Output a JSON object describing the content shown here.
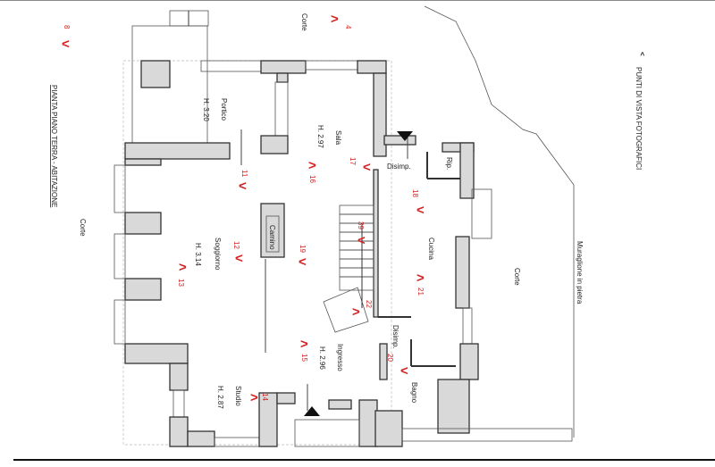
{
  "title": "PIANTA PIANO TERRA - ABITAZIONE",
  "legend": {
    "marker": "<",
    "label": "PUNTI DI VISTA FOTOGRAFICI"
  },
  "outside": {
    "corte_top": "Corte",
    "corte_left": "Corte",
    "corte_right": "Corte",
    "wall": "Muraglione in pietra"
  },
  "rooms": {
    "portico": {
      "name": "Portico",
      "height": "H. 3.20"
    },
    "sala": {
      "name": "Sala",
      "height": "H. 2.97"
    },
    "disimp_top": {
      "name": "Disimp."
    },
    "rip": {
      "name": "Rip."
    },
    "cucina": {
      "name": "Cucina"
    },
    "soggiorno": {
      "name": "Soggiorno",
      "height": "H. 3.14"
    },
    "camino": {
      "name": "Camino"
    },
    "ingresso": {
      "name": "Ingresso",
      "height": "H. 2.96"
    },
    "disimp_bottom": {
      "name": "Disimp."
    },
    "bagno": {
      "name": "Bagno"
    },
    "studio": {
      "name": "Studio",
      "height": "H. 2.87"
    }
  },
  "viewpoints": {
    "v4": {
      "n": "4",
      "m": ">"
    },
    "v8": {
      "n": "8",
      "m": "<"
    },
    "v11": {
      "n": "11",
      "m": "<"
    },
    "v12": {
      "n": "12",
      "m": "<"
    },
    "v13": {
      "n": "13",
      "m": ">"
    },
    "v14": {
      "n": "14",
      "m": ">"
    },
    "v15": {
      "n": "15",
      "m": ">"
    },
    "v16": {
      "n": "16",
      "m": ">"
    },
    "v17": {
      "n": "17",
      "m": "<"
    },
    "v18": {
      "n": "18",
      "m": "<"
    },
    "v19": {
      "n": "19",
      "m": "<"
    },
    "v20": {
      "n": "20",
      "m": "<"
    },
    "v21": {
      "n": "21",
      "m": ">"
    },
    "v22": {
      "n": "22",
      "m": ">"
    },
    "v39": {
      "n": "39",
      "m": "<"
    }
  }
}
